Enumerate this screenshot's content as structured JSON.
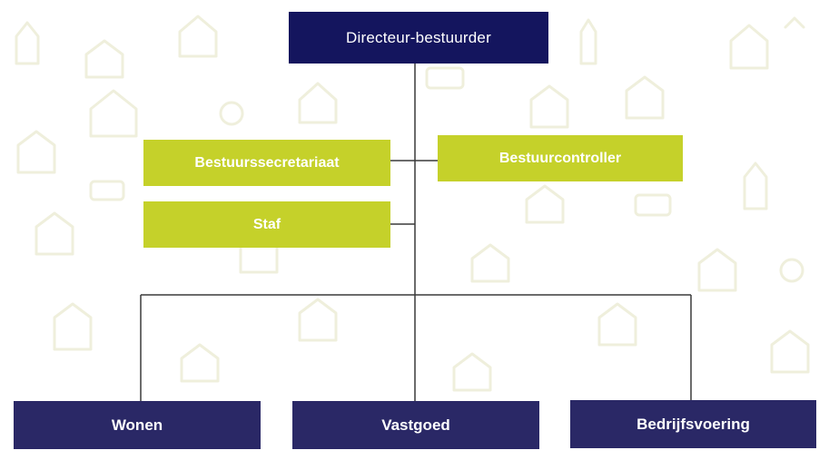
{
  "org_chart": {
    "director": "Directeur-bestuurder",
    "staff_units": {
      "secretariaat": "Bestuurssecretariaat",
      "controller": "Bestuurcontroller",
      "staf": "Staf"
    },
    "departments": {
      "wonen": "Wonen",
      "vastgoed": "Vastgoed",
      "bedrijfsvoering": "Bedrijfsvoering"
    }
  },
  "colors": {
    "navy": "#14155e",
    "navy_department": "#2a2866",
    "lime": "#c5d12a",
    "connector": "#3a3a3a",
    "background_pattern": "#efefdc"
  }
}
